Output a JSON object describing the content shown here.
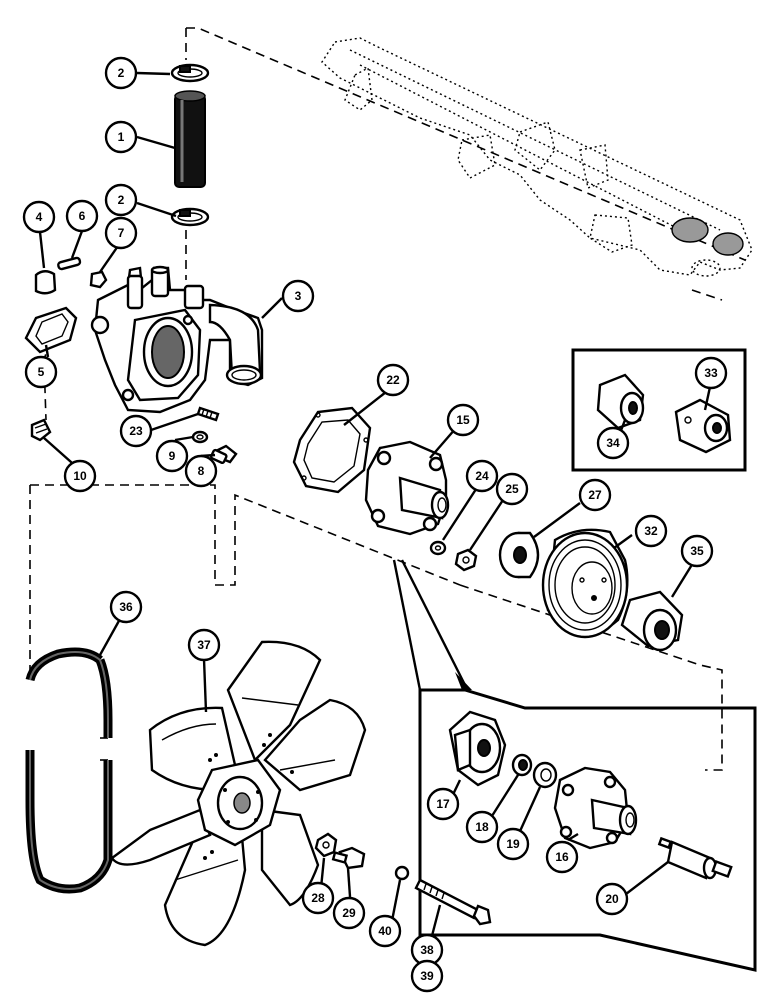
{
  "callouts": [
    {
      "key": "c1",
      "label": "1"
    },
    {
      "key": "c2a",
      "label": "2"
    },
    {
      "key": "c2b",
      "label": "2"
    },
    {
      "key": "c3",
      "label": "3"
    },
    {
      "key": "c4",
      "label": "4"
    },
    {
      "key": "c5",
      "label": "5"
    },
    {
      "key": "c6",
      "label": "6"
    },
    {
      "key": "c7",
      "label": "7"
    },
    {
      "key": "c8",
      "label": "8"
    },
    {
      "key": "c9",
      "label": "9"
    },
    {
      "key": "c10",
      "label": "10"
    },
    {
      "key": "c15",
      "label": "15"
    },
    {
      "key": "c16",
      "label": "16"
    },
    {
      "key": "c17",
      "label": "17"
    },
    {
      "key": "c18",
      "label": "18"
    },
    {
      "key": "c19",
      "label": "19"
    },
    {
      "key": "c20",
      "label": "20"
    },
    {
      "key": "c22",
      "label": "22"
    },
    {
      "key": "c23",
      "label": "23"
    },
    {
      "key": "c24",
      "label": "24"
    },
    {
      "key": "c25",
      "label": "25"
    },
    {
      "key": "c27",
      "label": "27"
    },
    {
      "key": "c28",
      "label": "28"
    },
    {
      "key": "c29",
      "label": "29"
    },
    {
      "key": "c32",
      "label": "32"
    },
    {
      "key": "c33",
      "label": "33"
    },
    {
      "key": "c34",
      "label": "34"
    },
    {
      "key": "c35",
      "label": "35"
    },
    {
      "key": "c36",
      "label": "36"
    },
    {
      "key": "c37",
      "label": "37"
    },
    {
      "key": "c38",
      "label": "38"
    },
    {
      "key": "c39",
      "label": "39"
    },
    {
      "key": "c40",
      "label": "40"
    }
  ]
}
